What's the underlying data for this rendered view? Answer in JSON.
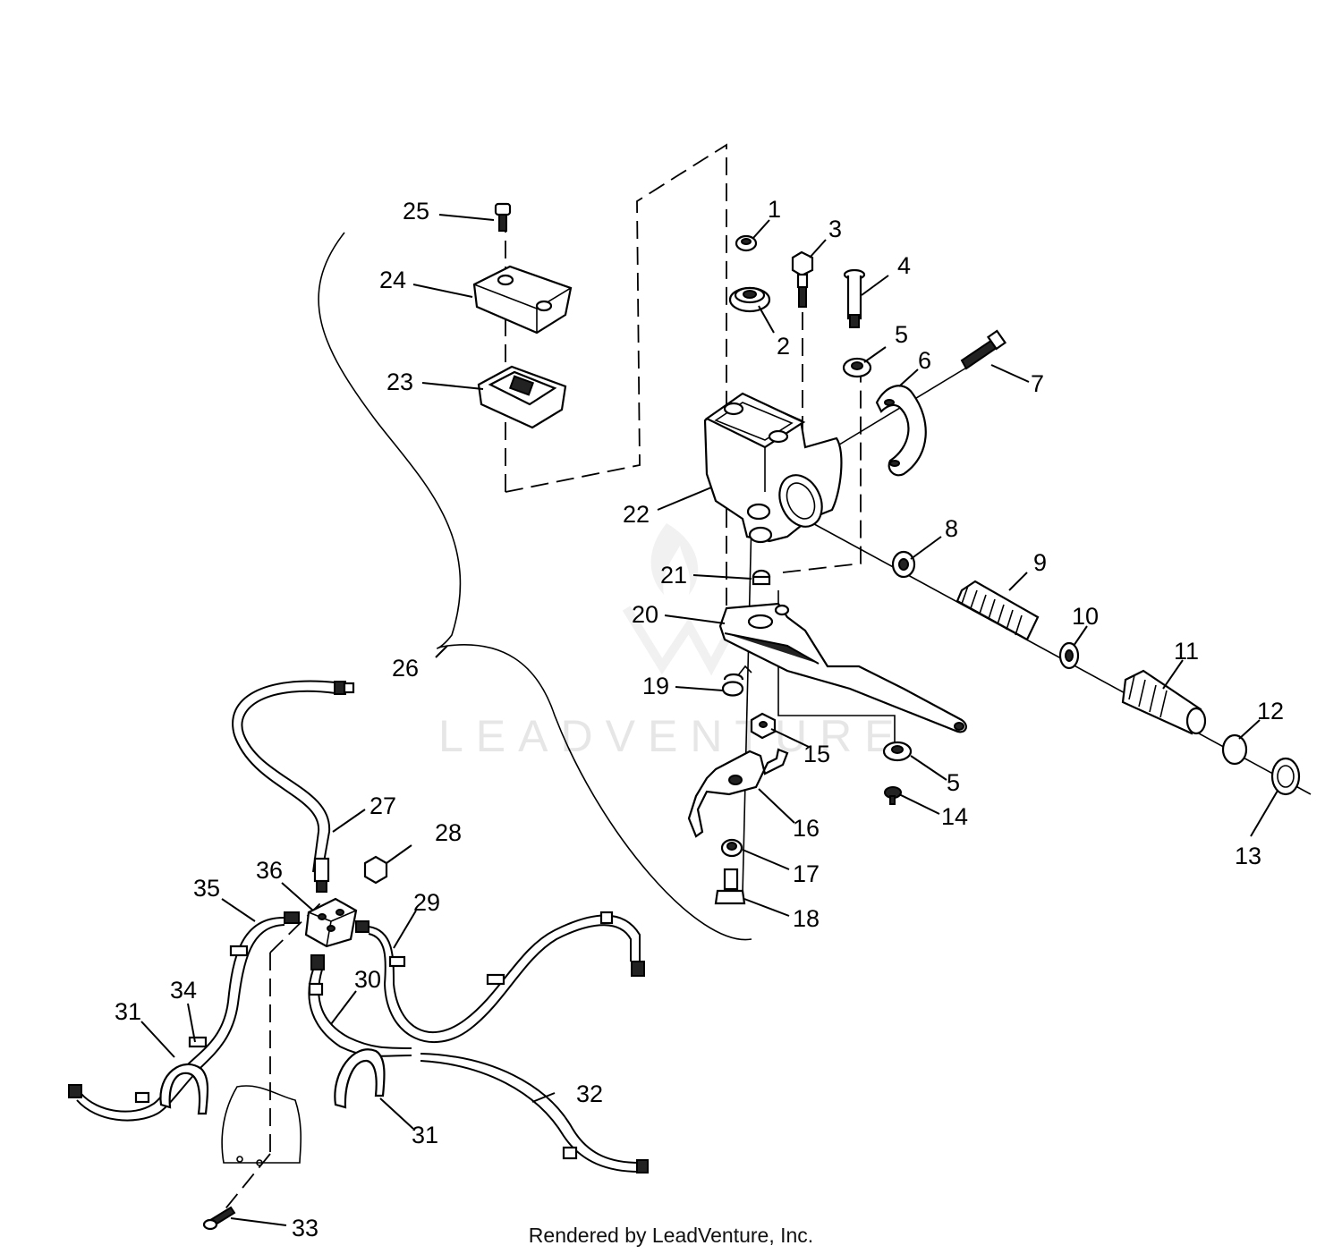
{
  "diagram": {
    "labels": [
      "1",
      "2",
      "3",
      "4",
      "5",
      "6",
      "7",
      "8",
      "9",
      "10",
      "11",
      "12",
      "13",
      "14",
      "15",
      "16",
      "17",
      "18",
      "19",
      "20",
      "21",
      "22",
      "23",
      "24",
      "25",
      "26",
      "27",
      "28",
      "29",
      "30",
      "31",
      "32",
      "33",
      "34",
      "35",
      "36",
      "5",
      "31"
    ]
  },
  "watermark": {
    "text": "LEADVENTURE"
  },
  "footer": {
    "credit": "Rendered by LeadVenture, Inc."
  }
}
